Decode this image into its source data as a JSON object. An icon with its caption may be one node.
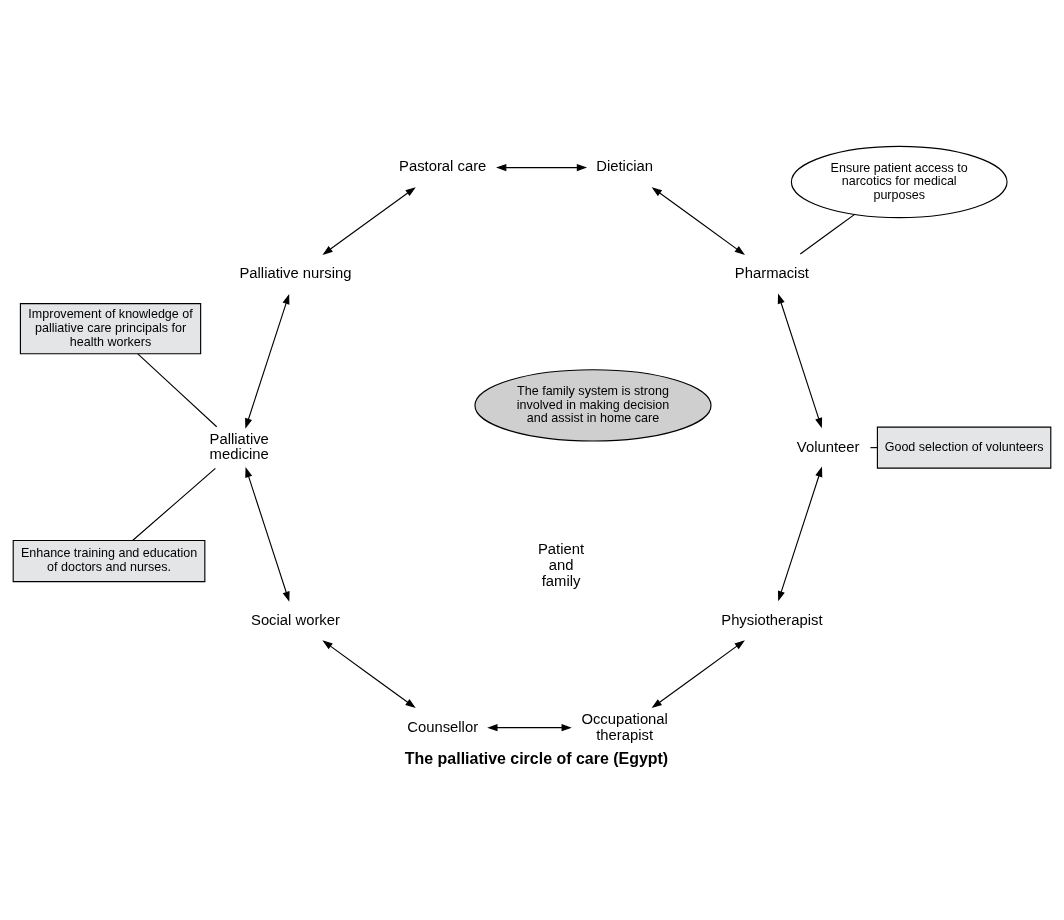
{
  "diagram": {
    "caption": "The palliative circle of care (Egypt)",
    "nodes": [
      {
        "text": [
          "Palliative medicine"
        ]
      },
      {
        "text": [
          "Palliative nursing"
        ]
      },
      {
        "text": [
          "Pastoral care"
        ]
      },
      {
        "text": [
          "Dietician"
        ]
      },
      {
        "text": [
          "Pharmacist"
        ]
      },
      {
        "text": [
          "Volunteer"
        ]
      },
      {
        "text": [
          "Physiotherapist"
        ]
      },
      {
        "text": [
          "Occupational therapist"
        ]
      },
      {
        "text": [
          "Counsellor"
        ]
      },
      {
        "text": [
          "Social worker"
        ]
      },
      {
        "text": [
          "Patient and family"
        ]
      },
      {
        "text": [
          "The family system is strong involved in making decision and assist in home care"
        ]
      },
      {
        "text": [
          "Improvement of knowledge of palliative care principals for health workers"
        ]
      },
      {
        "text": [
          "Enhance training and education of doctors and nurses."
        ]
      },
      {
        "text": [
          "Ensure patient access to narcotics for medical purposes"
        ]
      },
      {
        "text": [
          "Good selection of volunteers"
        ]
      }
    ],
    "edges": [
      {
        "from": 0,
        "to": 1,
        "arrow": "both"
      },
      {
        "from": 1,
        "to": 2,
        "arrow": "both"
      },
      {
        "from": 2,
        "to": 3,
        "arrow": "both"
      },
      {
        "from": 3,
        "to": 4,
        "arrow": "both"
      },
      {
        "from": 4,
        "to": 5,
        "arrow": "both"
      },
      {
        "from": 5,
        "to": 6,
        "arrow": "both"
      },
      {
        "from": 6,
        "to": 7,
        "arrow": "both"
      },
      {
        "from": 7,
        "to": 8,
        "arrow": "both"
      },
      {
        "from": 8,
        "to": 9,
        "arrow": "both"
      },
      {
        "from": 9,
        "to": 0,
        "arrow": "both"
      },
      {
        "from": 12,
        "to": 0,
        "arrow": "none"
      },
      {
        "from": 13,
        "to": 0,
        "arrow": "none"
      },
      {
        "from": 14,
        "to": 4,
        "arrow": "none"
      },
      {
        "from": 15,
        "to": 5,
        "arrow": "none"
      }
    ]
  }
}
